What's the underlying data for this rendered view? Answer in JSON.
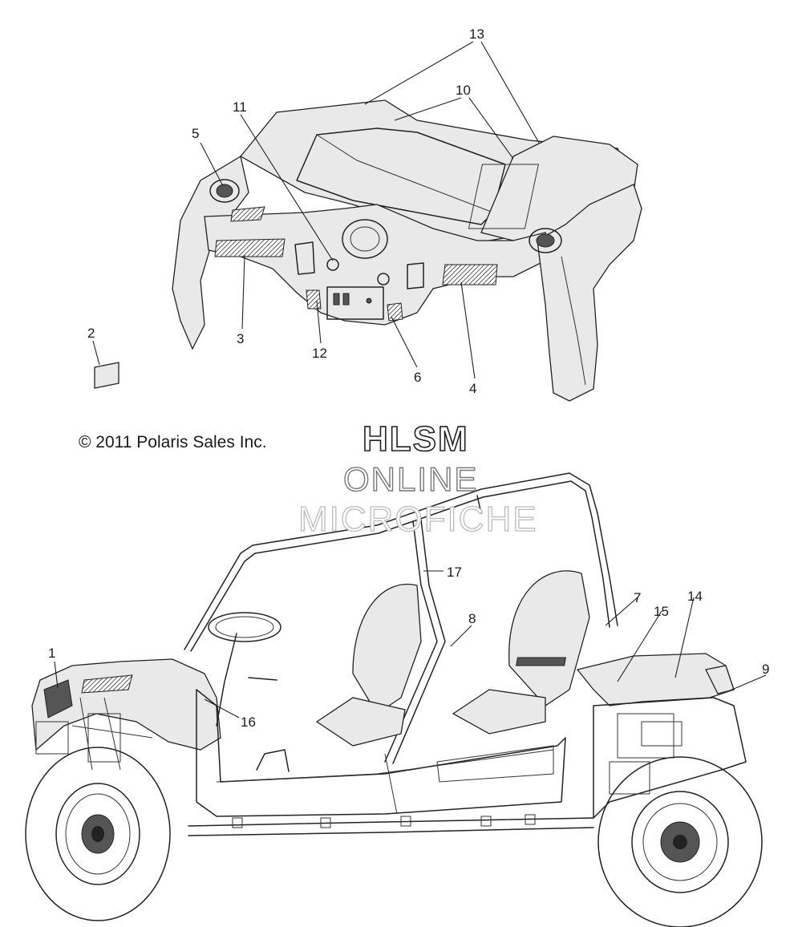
{
  "copyright": "© 2011 Polaris Sales Inc.",
  "watermark": {
    "line1": "HLSM",
    "line2": "ONLINE",
    "line3": "MICROFICHE"
  },
  "callouts": [
    "1",
    "2",
    "3",
    "4",
    "5",
    "6",
    "7",
    "8",
    "9",
    "10",
    "11",
    "12",
    "13",
    "14",
    "15",
    "16",
    "17"
  ]
}
